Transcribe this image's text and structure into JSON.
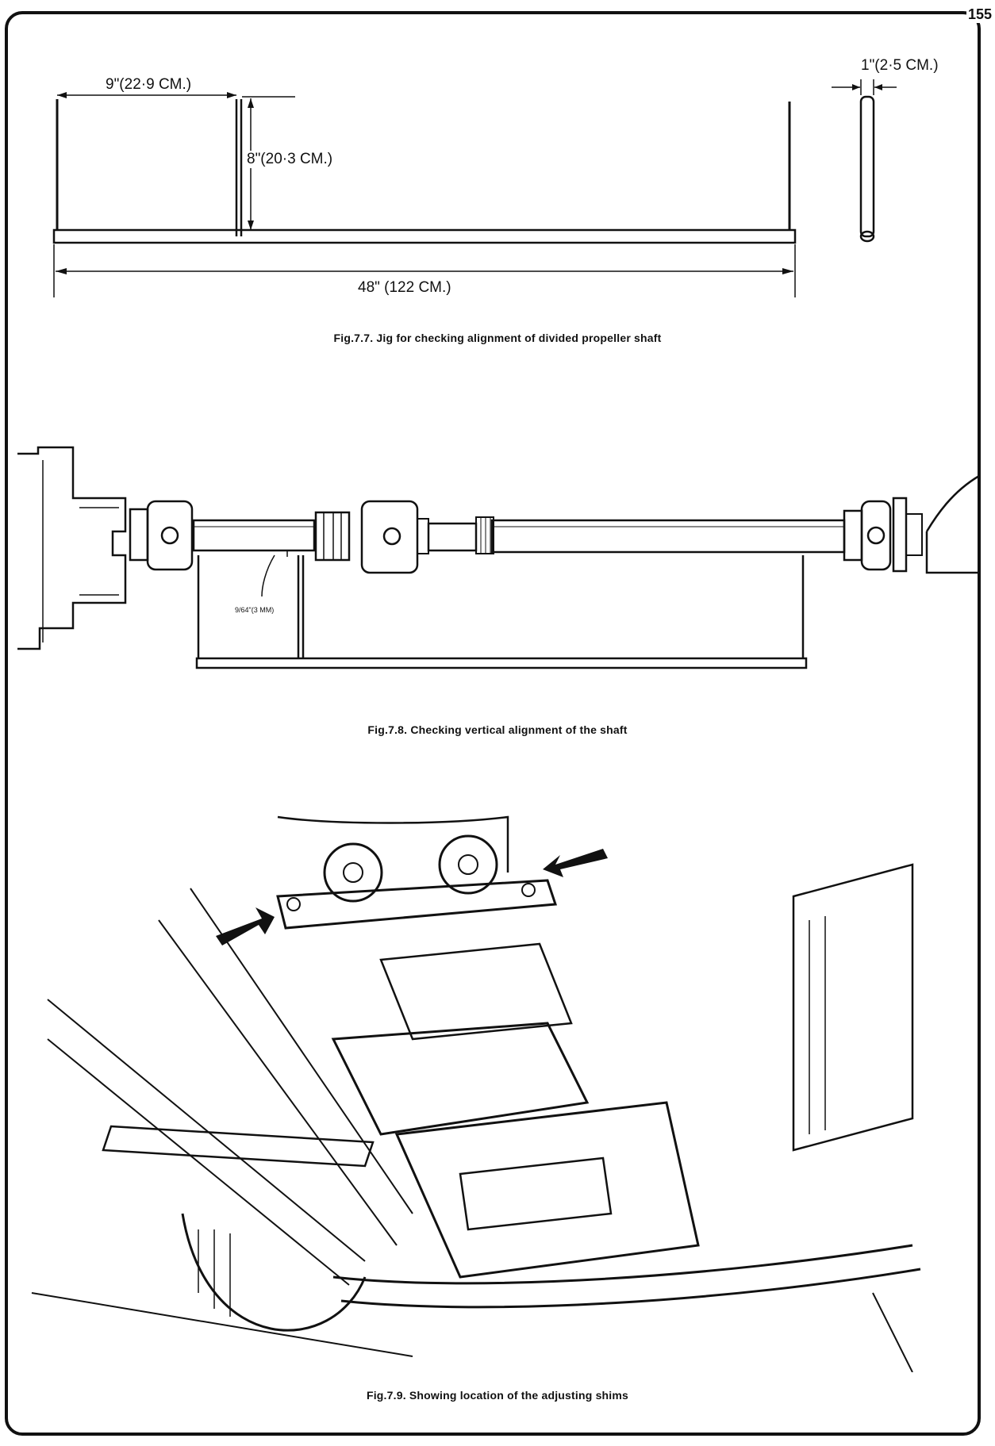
{
  "page": {
    "number": "155"
  },
  "fig77": {
    "dim_width": "9\"(22·9 CM.)",
    "dim_height": "8\"(20·3 CM.)",
    "dim_length": "48\" (122 CM.)",
    "dim_rod": "1\"(2·5 CM.)",
    "caption": "Fig.7.7. Jig for checking alignment of divided propeller shaft"
  },
  "fig78": {
    "dim_gap": "9/64\"(3 MM)",
    "caption": "Fig.7.8. Checking vertical alignment of the shaft"
  },
  "fig79": {
    "caption": "Fig.7.9. Showing location of the adjusting shims"
  }
}
